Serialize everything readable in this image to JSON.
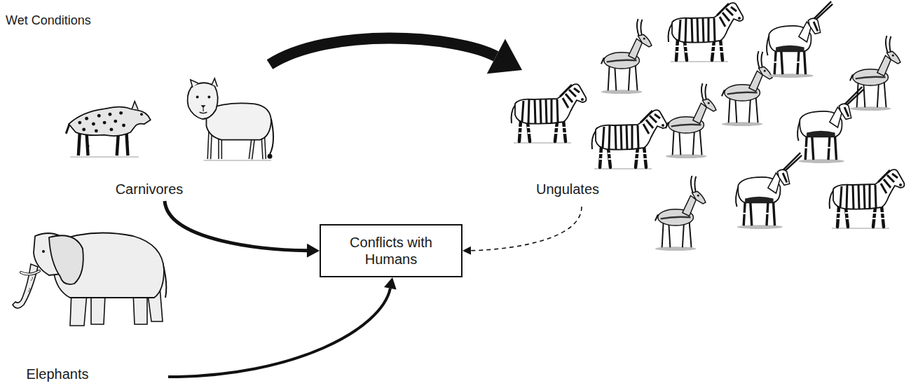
{
  "diagram": {
    "title": "Wet Conditions",
    "nodes": [
      {
        "text": [
          "Carnivores"
        ]
      },
      {
        "text": [
          "Ungulates"
        ]
      },
      {
        "text": [
          "Conflicts with Humans"
        ]
      },
      {
        "text": [
          "Elephants"
        ]
      }
    ],
    "edges": [
      {
        "from": 0,
        "to": 1,
        "arrow": "to"
      },
      {
        "from": 0,
        "to": 2,
        "arrow": "to"
      },
      {
        "from": 1,
        "to": 2,
        "arrow": "to"
      },
      {
        "from": 3,
        "to": 2,
        "arrow": "to"
      }
    ]
  }
}
